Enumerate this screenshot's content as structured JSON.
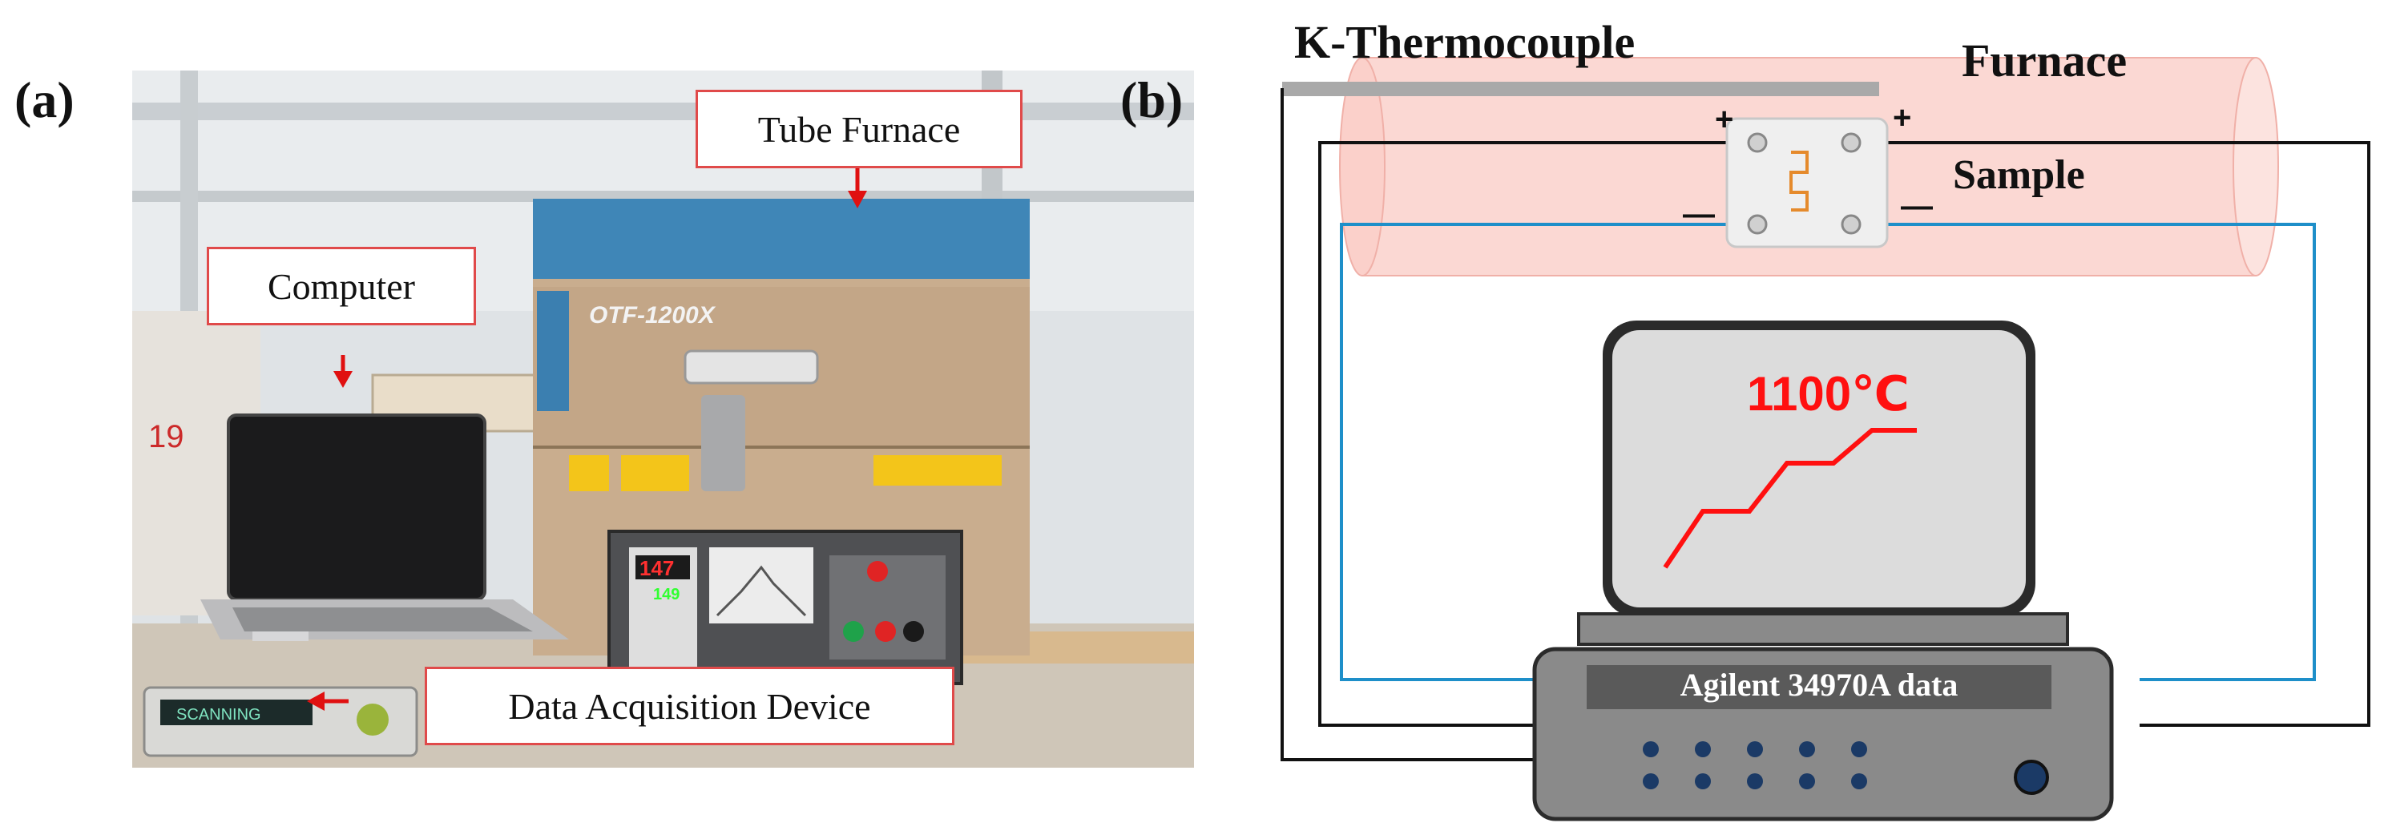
{
  "panel_a": {
    "label": "(a)",
    "callouts": {
      "tube_furnace": "Tube Furnace",
      "computer": "Computer",
      "daq": "Data Acquisition Device"
    },
    "photo_text": {
      "furnace_model": "OTF-1200X",
      "controller_pv": "147",
      "controller_sv": "149",
      "daq_display": "SCANNING"
    }
  },
  "panel_b": {
    "label": "(b)",
    "thermocouple": "K-Thermocouple",
    "furnace": "Furnace",
    "sample": "Sample",
    "polarity_plus": "+",
    "polarity_minus": "—",
    "monitor_temp": "1100℃",
    "device_label": "Agilent 34970A data"
  },
  "colors": {
    "callout_border": "#e04a4a",
    "arrow": "#e01010",
    "furnace_fill": "#fbd8d3",
    "wire_blue": "#1e8fc9",
    "wire_black": "#111111",
    "temp_red": "#ff1010",
    "device_body": "#8a8a8a",
    "button_blue": "#1b3a66"
  }
}
